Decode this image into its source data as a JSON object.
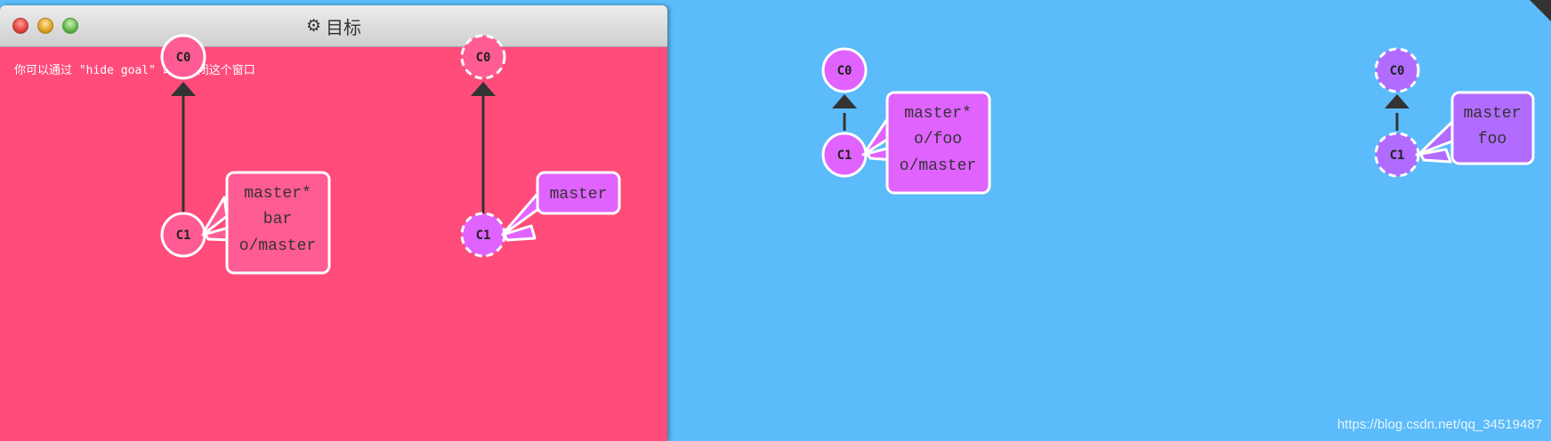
{
  "window": {
    "title": "目标",
    "hint": "你可以通过 \"hide goal\" 命令关闭这个窗口",
    "title_icon": "gear-icon"
  },
  "colors": {
    "background": "#5cbbfa",
    "goal_background": "#ff4c7b",
    "local_commit": "#e063ff",
    "origin_commit": "#b16cff",
    "goal_local_commit": "#ff5c95"
  },
  "goal": {
    "local": {
      "commits": [
        "C0",
        "C1"
      ],
      "branch_lines": [
        "master*",
        "bar",
        "o/master"
      ]
    },
    "origin": {
      "commits": [
        "C0",
        "C1"
      ],
      "branch_lines": [
        "master"
      ]
    }
  },
  "main": {
    "local": {
      "commits": [
        "C0",
        "C1"
      ],
      "branch_lines": [
        "master*",
        "o/foo",
        "o/master"
      ]
    },
    "origin": {
      "commits": [
        "C0",
        "C1"
      ],
      "branch_lines": [
        "master",
        "foo"
      ]
    }
  },
  "watermark": "https://blog.csdn.net/qq_34519487"
}
